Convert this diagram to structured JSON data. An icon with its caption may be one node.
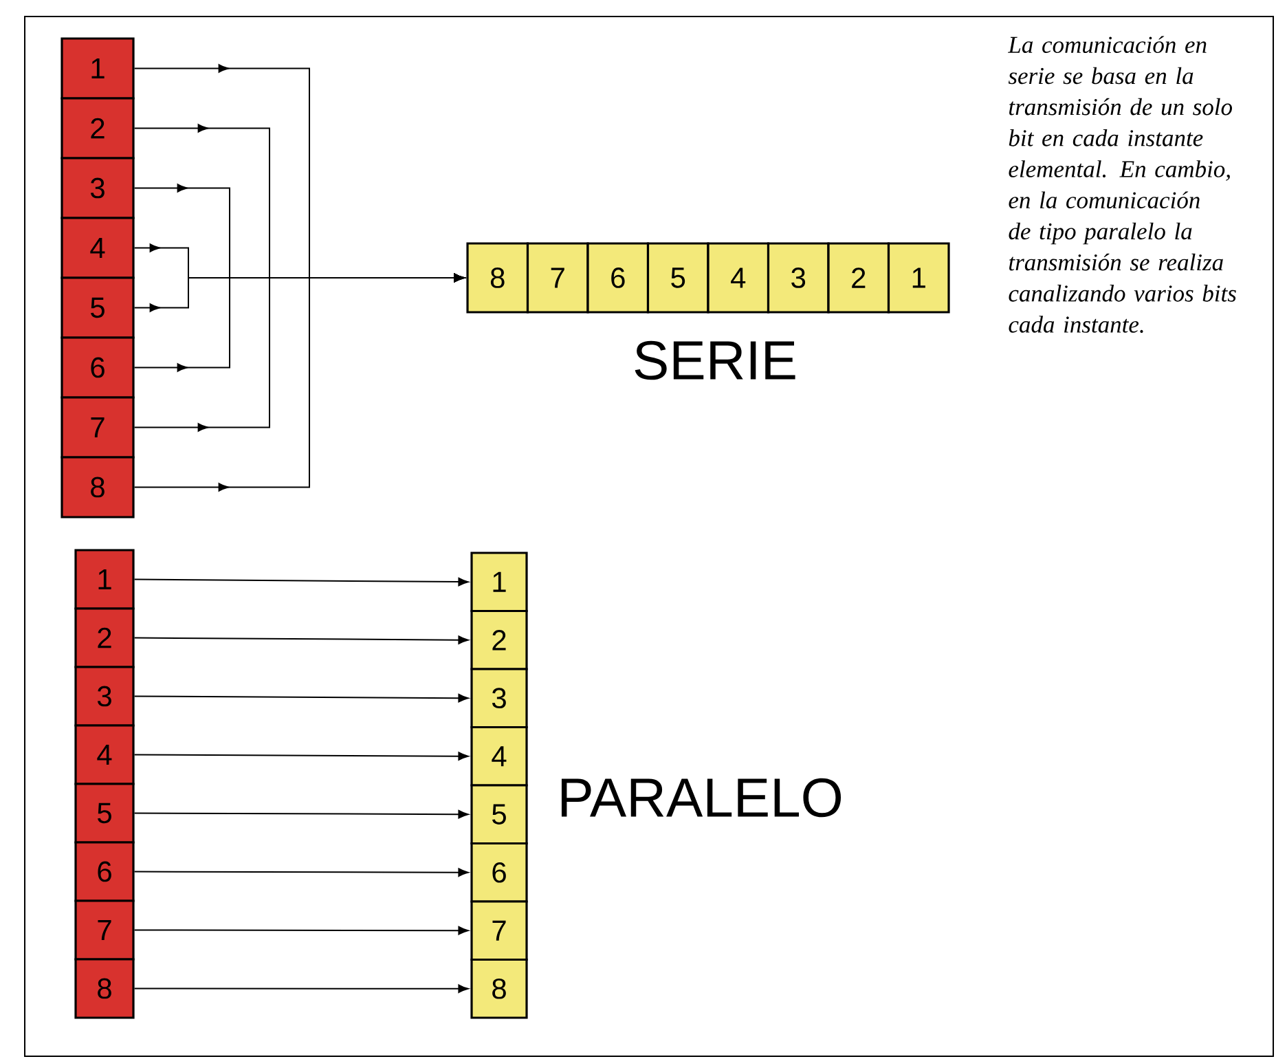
{
  "diagram": {
    "nodes": [
      {
        "text": [
          "1"
        ]
      },
      {
        "text": [
          "2"
        ]
      },
      {
        "text": [
          "3"
        ]
      },
      {
        "text": [
          "4"
        ]
      },
      {
        "text": [
          "5"
        ]
      },
      {
        "text": [
          "6"
        ]
      },
      {
        "text": [
          "7"
        ]
      },
      {
        "text": [
          "8"
        ]
      },
      {
        "text": [
          "8"
        ]
      },
      {
        "text": [
          "7"
        ]
      },
      {
        "text": [
          "6"
        ]
      },
      {
        "text": [
          "5"
        ]
      },
      {
        "text": [
          "4"
        ]
      },
      {
        "text": [
          "3"
        ]
      },
      {
        "text": [
          "2"
        ]
      },
      {
        "text": [
          "1"
        ]
      },
      {
        "text": [
          "1"
        ]
      },
      {
        "text": [
          "2"
        ]
      },
      {
        "text": [
          "3"
        ]
      },
      {
        "text": [
          "4"
        ]
      },
      {
        "text": [
          "5"
        ]
      },
      {
        "text": [
          "6"
        ]
      },
      {
        "text": [
          "7"
        ]
      },
      {
        "text": [
          "8"
        ]
      },
      {
        "text": [
          "1"
        ]
      },
      {
        "text": [
          "2"
        ]
      },
      {
        "text": [
          "3"
        ]
      },
      {
        "text": [
          "4"
        ]
      },
      {
        "text": [
          "5"
        ]
      },
      {
        "text": [
          "6"
        ]
      },
      {
        "text": [
          "7"
        ]
      },
      {
        "text": [
          "8"
        ]
      }
    ],
    "edges": [
      {
        "from": 0,
        "to": 8,
        "arrow": "to"
      },
      {
        "from": 1,
        "to": 8,
        "arrow": "to"
      },
      {
        "from": 2,
        "to": 8,
        "arrow": "to"
      },
      {
        "from": 3,
        "to": 8,
        "arrow": "to"
      },
      {
        "from": 4,
        "to": 8,
        "arrow": "to"
      },
      {
        "from": 5,
        "to": 8,
        "arrow": "to"
      },
      {
        "from": 6,
        "to": 8,
        "arrow": "to"
      },
      {
        "from": 7,
        "to": 8,
        "arrow": "to"
      },
      {
        "from": 16,
        "to": 24,
        "arrow": "to"
      },
      {
        "from": 17,
        "to": 25,
        "arrow": "to"
      },
      {
        "from": 18,
        "to": 26,
        "arrow": "to"
      },
      {
        "from": 19,
        "to": 27,
        "arrow": "to"
      },
      {
        "from": 20,
        "to": 28,
        "arrow": "to"
      },
      {
        "from": 21,
        "to": 29,
        "arrow": "to"
      },
      {
        "from": 22,
        "to": 30,
        "arrow": "to"
      },
      {
        "from": 23,
        "to": 31,
        "arrow": "to"
      }
    ],
    "labels": [
      "SERIE",
      "PARALELO",
      "La comunicación en serie se basa en la transmisión de un solo bit en cada instante elemental. En cambio, en la comunicación de tipo paralelo la transmisión se realiza canalizando varios bits cada instante."
    ]
  }
}
